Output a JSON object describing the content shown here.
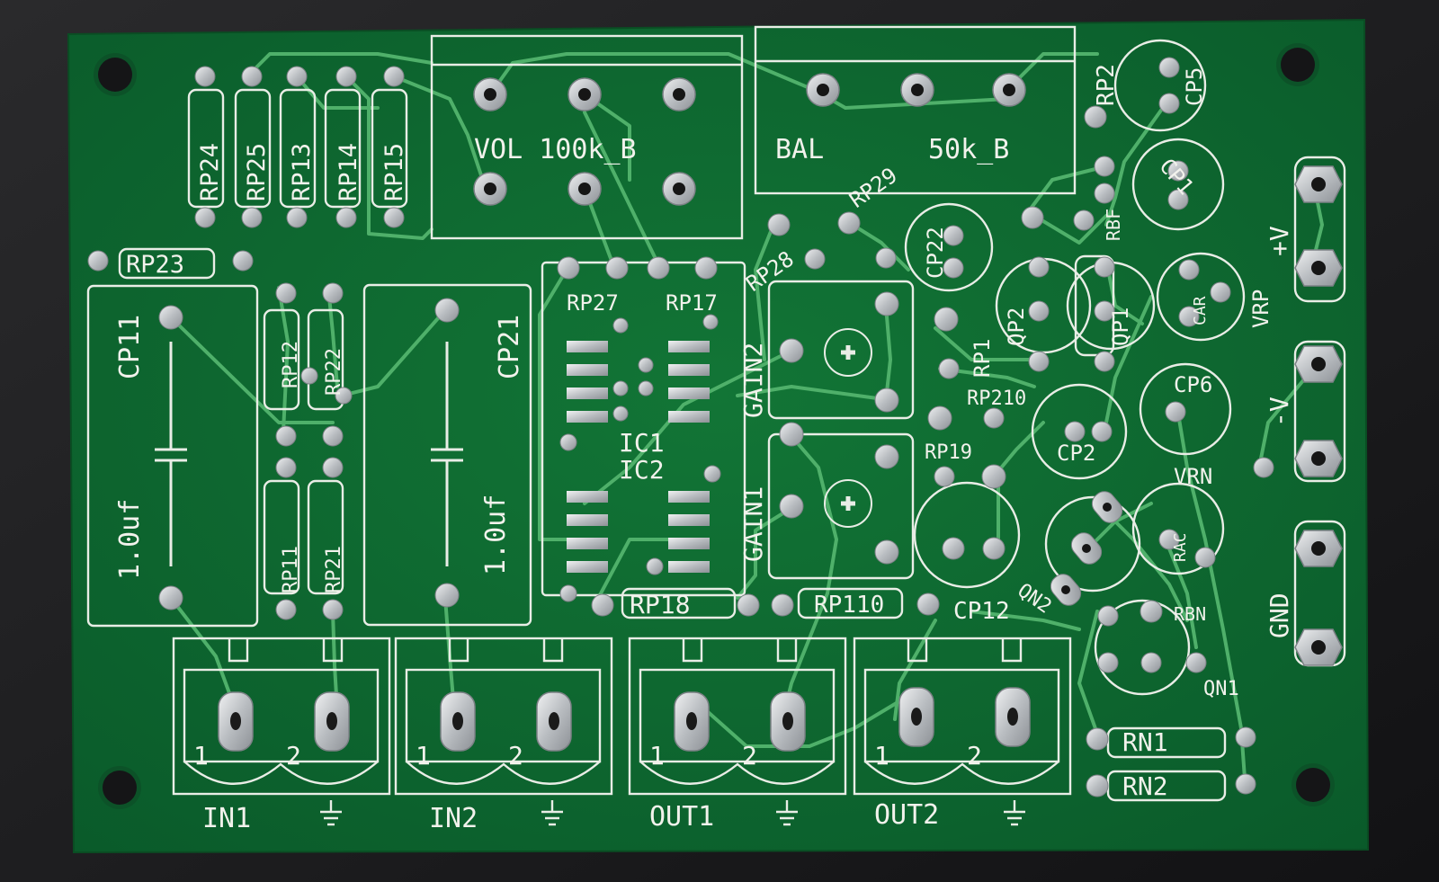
{
  "board": {
    "colors": {
      "background": "#1d1d1f",
      "solder_mask": "#0f6b34",
      "trace": "#4fb06a",
      "silkscreen": "#f2f2ec",
      "pad": "#c9cccf"
    }
  },
  "labels": {
    "rp24": "RP24",
    "rp25": "RP25",
    "rp13": "RP13",
    "rp14": "RP14",
    "rp15": "RP15",
    "rp23": "RP23",
    "rp2": "RP2",
    "cp5": "CP5",
    "vol": "VOL 100k_B",
    "bal": "BAL",
    "bal_value": "50k_B",
    "rp29": "RP29",
    "rp28": "RP28",
    "rbf": "RBF",
    "cp1": "CP1",
    "cp22": "CP22",
    "qp2": "QP2",
    "qp1": "QP1",
    "rp1": "RP1",
    "vrp": "VRP",
    "vrp_pins": "CAR",
    "plus_v": "+V",
    "minus_v": "-V",
    "rp27": "RP27",
    "rp17": "RP17",
    "gain2": "GAIN2",
    "gain1": "GAIN1",
    "ic1": "IC1",
    "ic2": "IC2",
    "cp11": "CP11",
    "cp21": "CP21",
    "cap_value_1": "1.0uf",
    "cap_value_2": "1.0uf",
    "rp12": "RP12",
    "rp22": "RP22",
    "rp11": "RP11",
    "rp21": "RP21",
    "rp210": "RP210",
    "rp19": "RP19",
    "cp2": "CP2",
    "cp6": "CP6",
    "vrn": "VRN",
    "vrn_pins": "RAC",
    "qn2": "QN2",
    "qn1": "QN1",
    "rbn": "RBN",
    "rn1": "RN1",
    "rn2": "RN2",
    "gnd": "GND",
    "rp18": "RP18",
    "rp110": "RP110",
    "cp12": "CP12",
    "in1": "IN1",
    "in2": "IN2",
    "out1": "OUT1",
    "out2": "OUT2",
    "pin1": "1",
    "pin2": "2"
  }
}
